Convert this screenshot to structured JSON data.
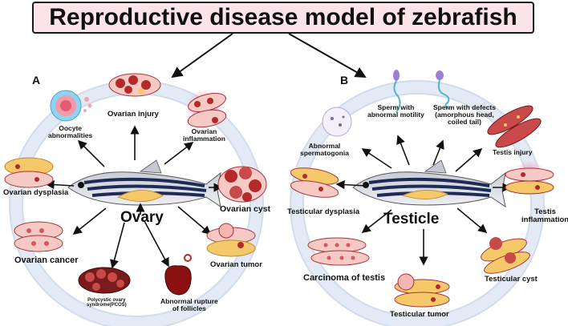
{
  "title": "Reproductive disease model of zebrafish",
  "panel_a": {
    "letter": "A",
    "center": "Ovary",
    "labels": {
      "oocyte": "Oocyte\nabnormalities",
      "injury": "Ovarian injury",
      "inflammation": "Ovarian\ninflammation",
      "dysplasia": "Ovarian dysplasia",
      "cyst": "Ovarian cyst",
      "cancer": "Ovarian cancer",
      "tumor": "Ovarian tumor",
      "pcos": "Polycystic ovary\nsyndrome(PCOS)",
      "rupture": "Abnormal rupture\nof follicles"
    }
  },
  "panel_b": {
    "letter": "B",
    "center": "Testicle",
    "labels": {
      "motility": "Sperm with\nabnormal motility",
      "defects": "Sperm with defects\n(amorphous head,\ncoiled tail)",
      "spermatogonia": "Abnormal\nspermatogonia",
      "injury": "Testis injury",
      "dysplasia": "Testicular dysplasia",
      "inflammation": "Testis\ninflammation",
      "carcinoma": "Carcinoma of testis",
      "cyst": "Testicular cyst",
      "tumor": "Testicular tumor"
    }
  },
  "colors": {
    "ring": "#e3eaf6",
    "ring_edge": "#a9bfdc",
    "title_bg": "#fde4ea",
    "ovary_fill": "#f6c9c4",
    "egg": "#b32a2a",
    "yolk": "#f5c96a",
    "inflame": "#ff4d6d"
  }
}
